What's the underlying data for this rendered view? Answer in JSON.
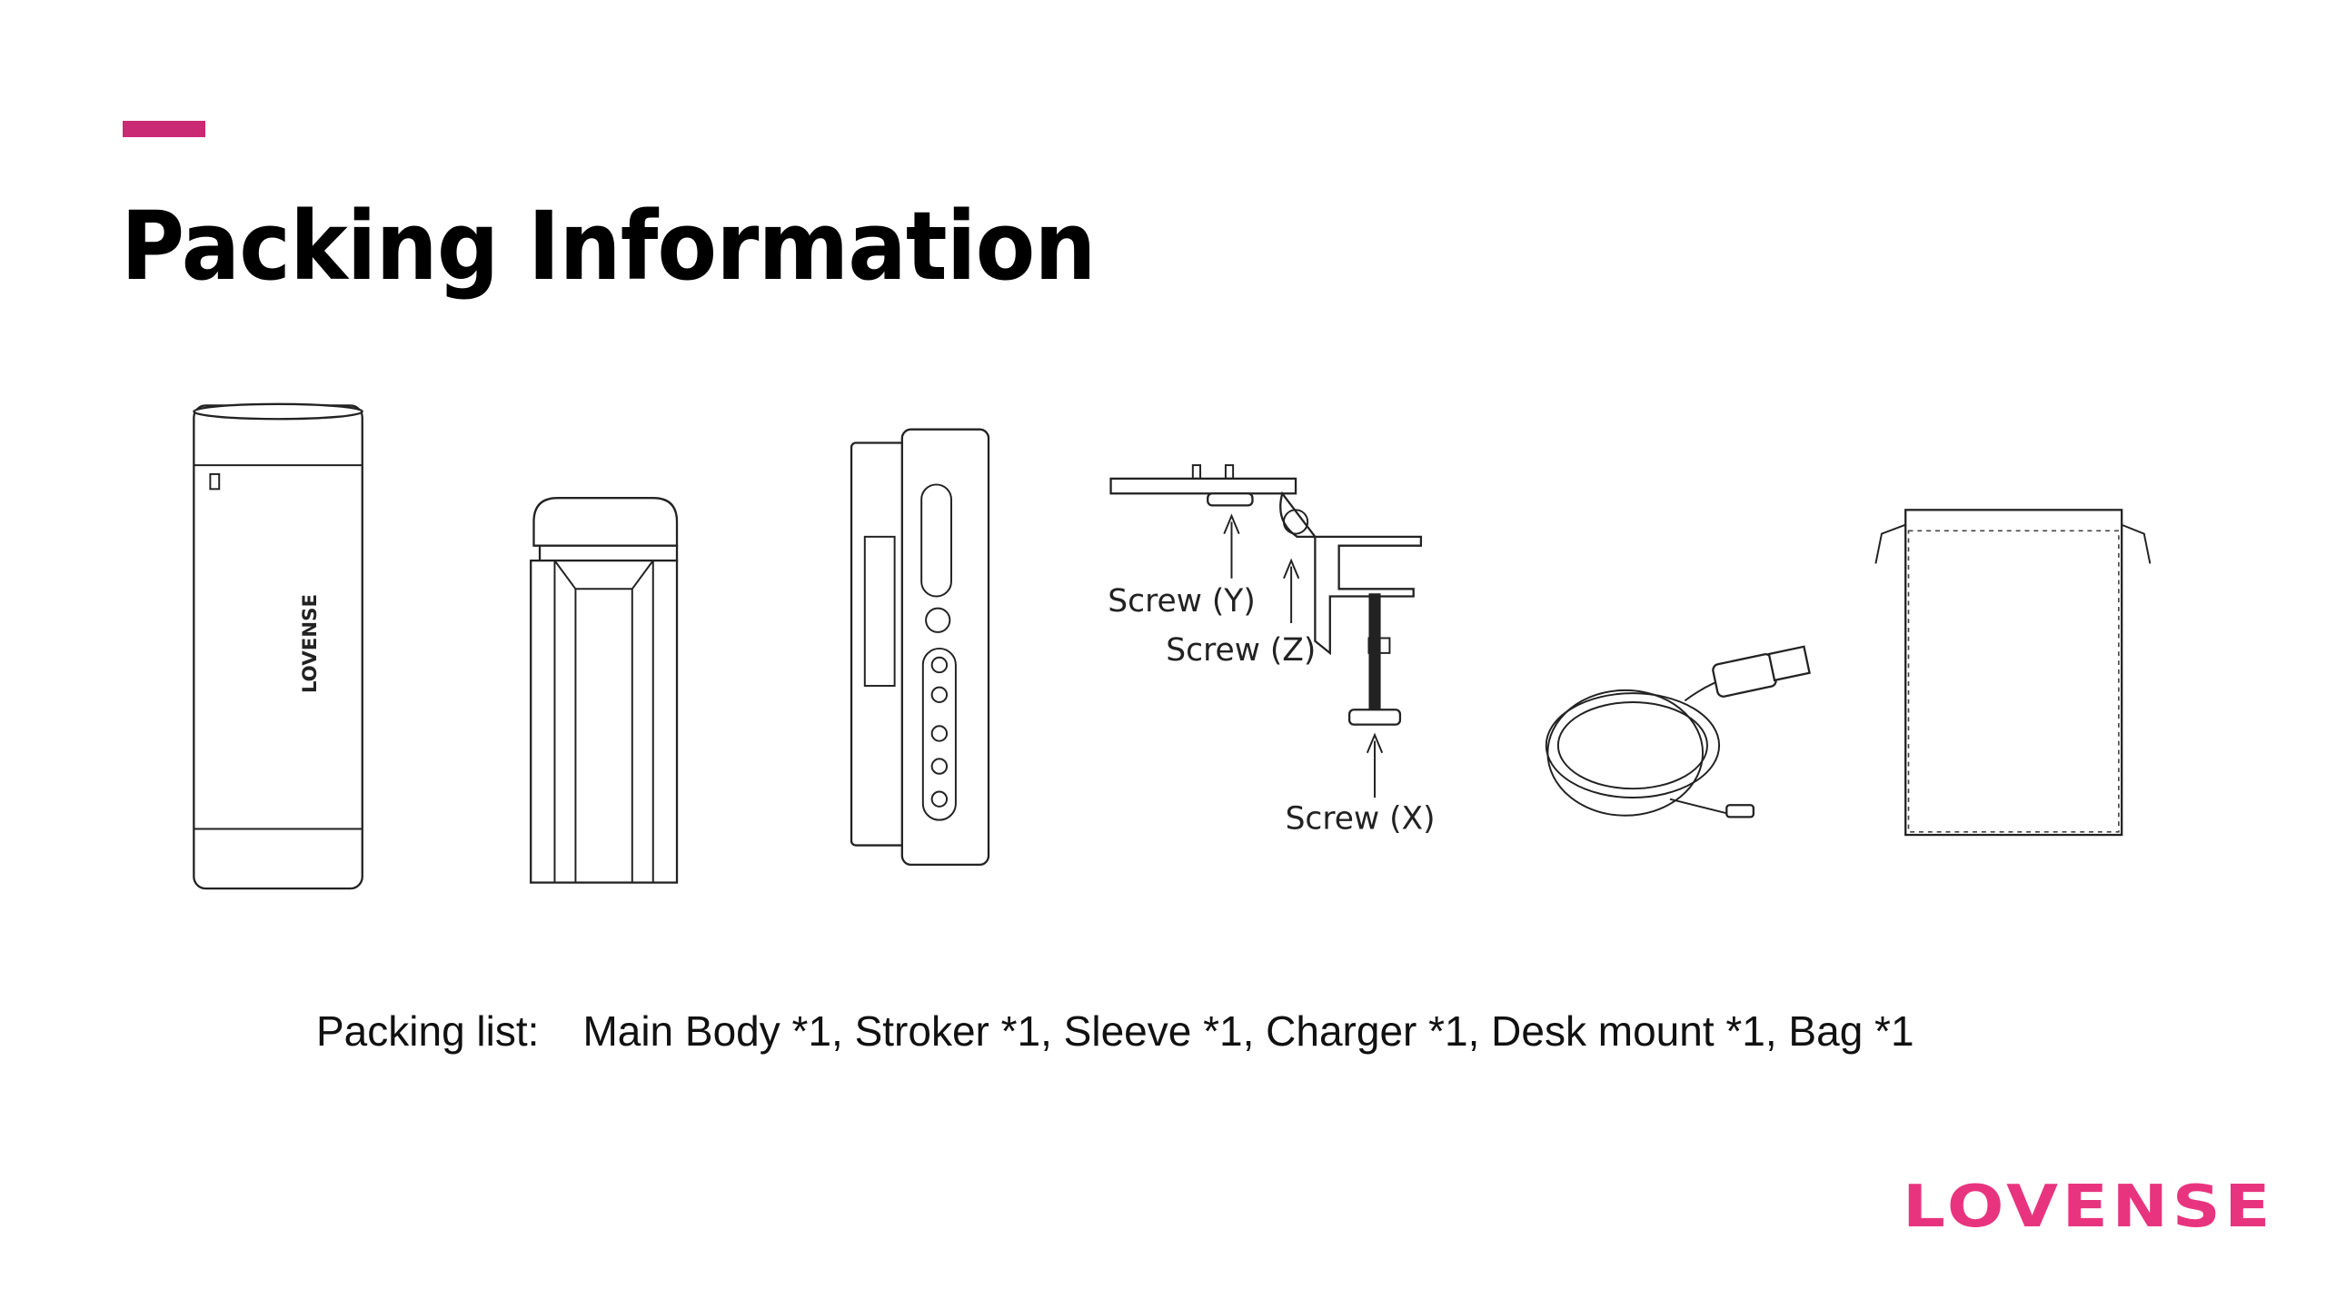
{
  "header": {
    "title": "Packing Information",
    "accent_color": "#c92a73"
  },
  "illustrations": {
    "main_body_logo": "LOVENSE",
    "desk_mount_labels": {
      "screw_y": "Screw (Y)",
      "screw_z": "Screw (Z)",
      "screw_x": "Screw (X)"
    }
  },
  "packing_list": {
    "label": "Packing list:",
    "items": "Main Body *1, Stroker *1, Sleeve *1, Charger *1, Desk mount *1, Bag *1"
  },
  "brand": {
    "logo": "LOVENSE",
    "color": "#e8347f"
  }
}
